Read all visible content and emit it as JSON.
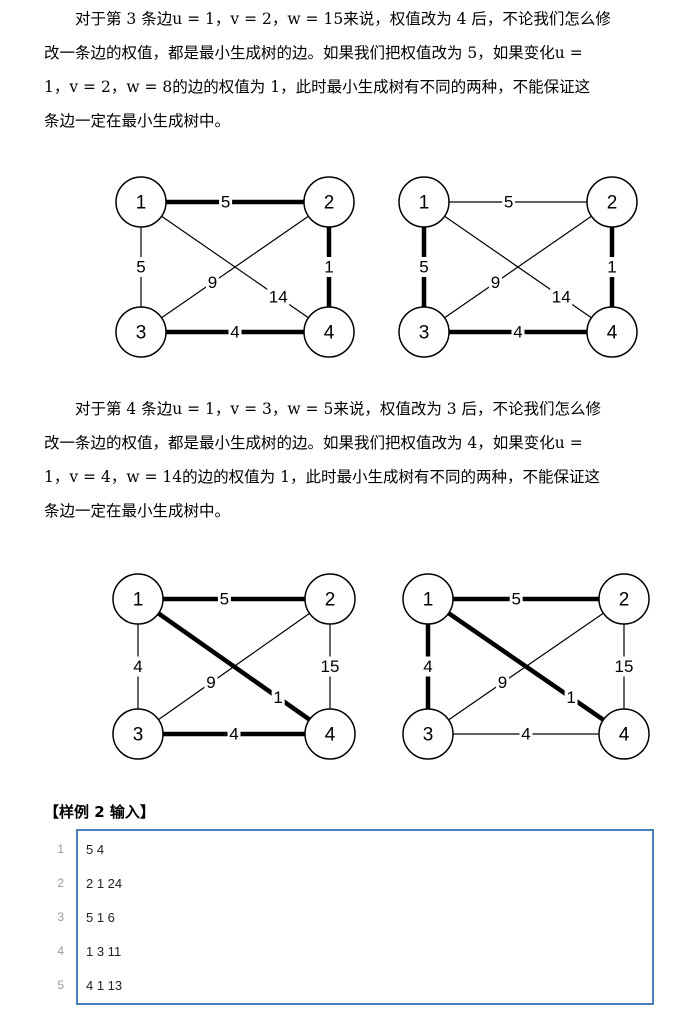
{
  "paragraphs": [
    {
      "lines": [
        "对于第 3 条边u = 1，v = 2，w = 15来说，权值改为 4 后，不论我们怎么修",
        "改一条边的权值，都是最小生成树的边。如果我们把权值改为  5，如果变化u =",
        "1，v = 2，w = 8的边的权值为  1，此时最小生成树有不同的两种，不能保证这",
        "条边一定在最小生成树中。"
      ]
    },
    {
      "lines": [
        "对于第 4 条边u = 1，v = 3，w = 5来说，权值改为 3 后，不论我们怎么修",
        "改一条边的权值，都是最小生成树的边。如果我们把权值改为  4，如果变化u =",
        "1，v = 4，w = 14的边的权值为 1，此时最小生成树有不同的两种，不能保证这",
        "条边一定在最小生成树中。"
      ]
    }
  ],
  "graphs": [
    {
      "nodes": [
        "1",
        "2",
        "3",
        "4"
      ],
      "edges": [
        {
          "from": "1",
          "to": "2",
          "label": "5",
          "bold": true
        },
        {
          "from": "1",
          "to": "3",
          "label": "5",
          "bold": false
        },
        {
          "from": "2",
          "to": "4",
          "label": "1",
          "bold": true
        },
        {
          "from": "3",
          "to": "4",
          "label": "4",
          "bold": true
        },
        {
          "from": "2",
          "to": "3",
          "label": "9",
          "bold": false
        },
        {
          "from": "1",
          "to": "4",
          "label": "14",
          "bold": false
        }
      ]
    },
    {
      "nodes": [
        "1",
        "2",
        "3",
        "4"
      ],
      "edges": [
        {
          "from": "1",
          "to": "2",
          "label": "5",
          "bold": false
        },
        {
          "from": "1",
          "to": "3",
          "label": "5",
          "bold": true
        },
        {
          "from": "2",
          "to": "4",
          "label": "1",
          "bold": true
        },
        {
          "from": "3",
          "to": "4",
          "label": "4",
          "bold": true
        },
        {
          "from": "2",
          "to": "3",
          "label": "9",
          "bold": false
        },
        {
          "from": "1",
          "to": "4",
          "label": "14",
          "bold": false
        }
      ]
    },
    {
      "nodes": [
        "1",
        "2",
        "3",
        "4"
      ],
      "edges": [
        {
          "from": "1",
          "to": "2",
          "label": "5",
          "bold": true
        },
        {
          "from": "1",
          "to": "3",
          "label": "4",
          "bold": false
        },
        {
          "from": "2",
          "to": "4",
          "label": "15",
          "bold": false
        },
        {
          "from": "3",
          "to": "4",
          "label": "4",
          "bold": true
        },
        {
          "from": "2",
          "to": "3",
          "label": "9",
          "bold": false
        },
        {
          "from": "1",
          "to": "4",
          "label": "1",
          "bold": true
        }
      ]
    },
    {
      "nodes": [
        "1",
        "2",
        "3",
        "4"
      ],
      "edges": [
        {
          "from": "1",
          "to": "2",
          "label": "5",
          "bold": true
        },
        {
          "from": "1",
          "to": "3",
          "label": "4",
          "bold": true
        },
        {
          "from": "2",
          "to": "4",
          "label": "15",
          "bold": false
        },
        {
          "from": "3",
          "to": "4",
          "label": "4",
          "bold": false
        },
        {
          "from": "2",
          "to": "3",
          "label": "9",
          "bold": false
        },
        {
          "from": "1",
          "to": "4",
          "label": "1",
          "bold": true
        }
      ]
    }
  ],
  "sample": {
    "heading": "【样例 2 输入】",
    "lines": [
      "5 4",
      "2 1 24",
      "5 1 6",
      "1 3 11",
      "4 1 13"
    ],
    "line_numbers": [
      "1",
      "2",
      "3",
      "4",
      "5"
    ],
    "border_color": "#4a7fc0"
  }
}
